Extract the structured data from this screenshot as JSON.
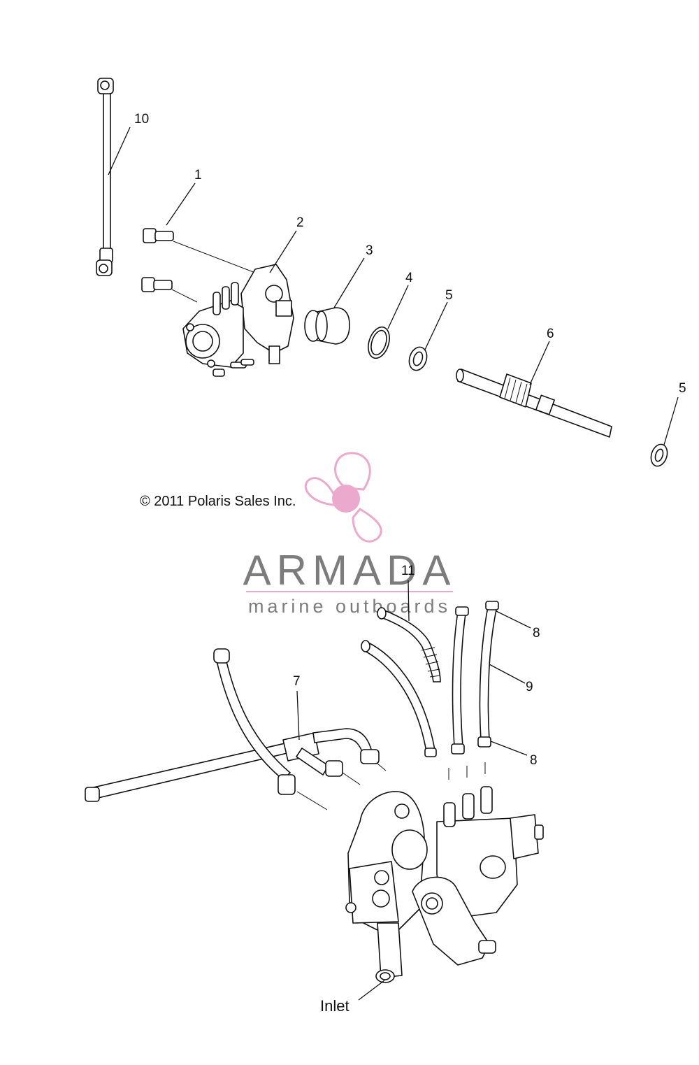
{
  "diagram": {
    "copyright": "© 2011 Polaris Sales Inc.",
    "inlet_label": "Inlet",
    "callouts": [
      "1",
      "2",
      "3",
      "4",
      "5",
      "6",
      "5",
      "7",
      "8",
      "9",
      "8",
      "10",
      "11"
    ]
  },
  "watermark": {
    "brand": "ARMADA",
    "tagline": "marine outboards",
    "color_text": "#6e6e6e",
    "color_accent": "#e8a0c8"
  }
}
